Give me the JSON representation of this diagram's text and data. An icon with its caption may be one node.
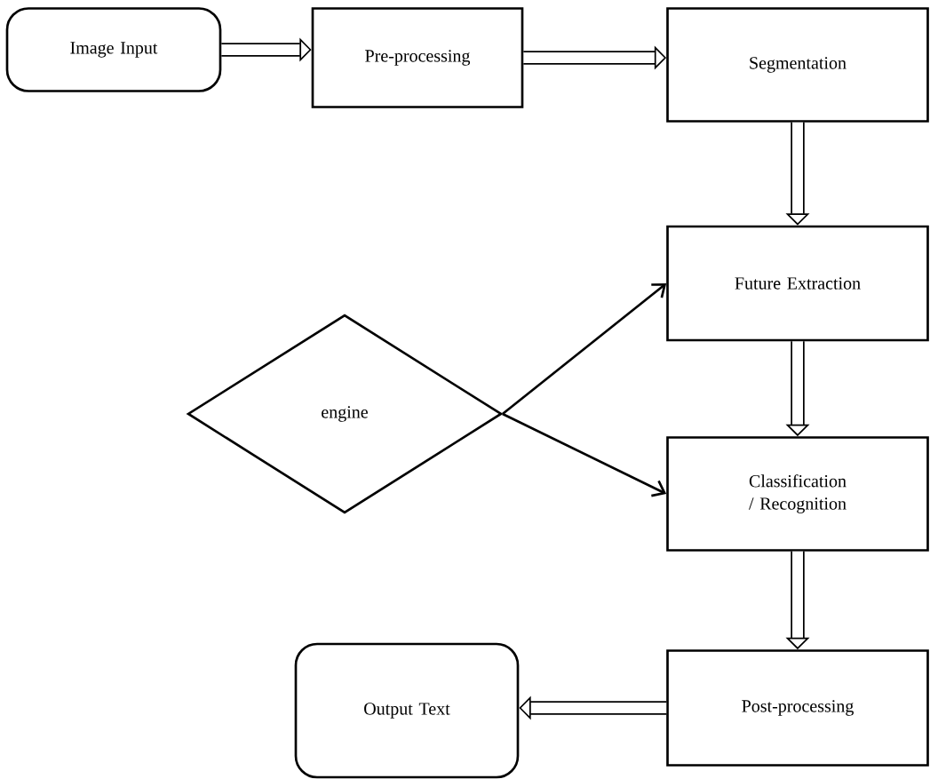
{
  "diagram": {
    "nodes": [
      {
        "text": [
          "Image Input"
        ]
      },
      {
        "text": [
          "Pre-processing"
        ]
      },
      {
        "text": [
          "Segmentation"
        ]
      },
      {
        "text": [
          "Future Extraction"
        ]
      },
      {
        "text": [
          "engine"
        ]
      },
      {
        "text": [
          "Classification / Recognition"
        ]
      },
      {
        "text": [
          "Post-processing"
        ]
      },
      {
        "text": [
          "Output Text"
        ]
      }
    ],
    "edges": [
      {
        "from": 0,
        "to": 1,
        "arrow": "to"
      },
      {
        "from": 1,
        "to": 2,
        "arrow": "to"
      },
      {
        "from": 2,
        "to": 3,
        "arrow": "to"
      },
      {
        "from": 4,
        "to": 3,
        "arrow": "to"
      },
      {
        "from": 3,
        "to": 5,
        "arrow": "to"
      },
      {
        "from": 4,
        "to": 5,
        "arrow": "to"
      },
      {
        "from": 5,
        "to": 6,
        "arrow": "to"
      },
      {
        "from": 6,
        "to": 7,
        "arrow": "to"
      }
    ]
  }
}
